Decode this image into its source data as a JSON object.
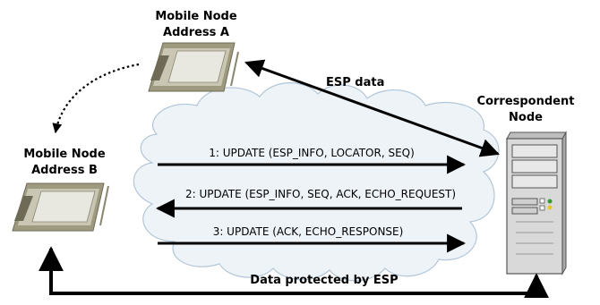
{
  "nodes": {
    "mobile_a": {
      "line1": "Mobile Node",
      "line2": "Address A"
    },
    "mobile_b": {
      "line1": "Mobile Node",
      "line2": "Address B"
    },
    "correspondent": {
      "line1": "Correspondent",
      "line2": "Node"
    }
  },
  "labels": {
    "esp_data": "ESP data",
    "protected": "Data protected by ESP"
  },
  "messages": [
    {
      "text": "1: UPDATE (ESP_INFO, LOCATOR, SEQ)",
      "direction": "right"
    },
    {
      "text": "2: UPDATE (ESP_INFO, SEQ, ACK, ECHO_REQUEST)",
      "direction": "left"
    },
    {
      "text": "3: UPDATE (ACK, ECHO_RESPONSE)",
      "direction": "right"
    }
  ],
  "colors": {
    "cloud_fill": "#eef3f8",
    "cloud_stroke": "#b3c6d6",
    "device_body": "#9e9a80",
    "device_screen": "#e8e8e0",
    "server_body": "#d9d9d9",
    "led_green": "#2e9e2e",
    "led_yellow": "#e8c520"
  },
  "icons": [
    "pda-device-icon",
    "server-tower-icon",
    "network-cloud-icon"
  ]
}
